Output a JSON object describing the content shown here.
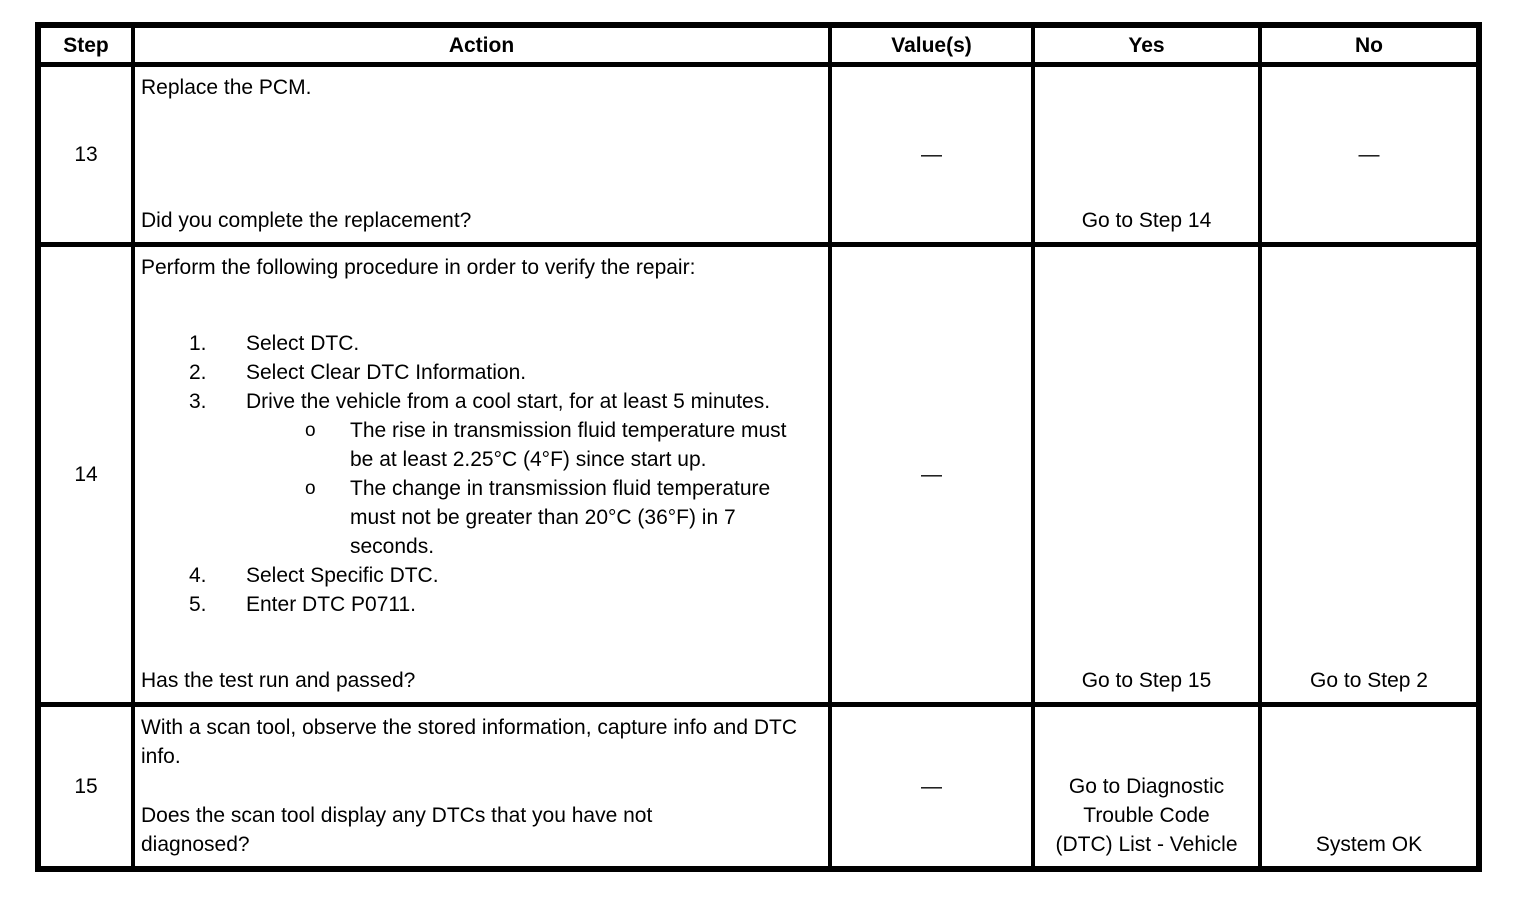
{
  "table": {
    "headers": [
      "Step",
      "Action",
      "Value(s)",
      "Yes",
      "No"
    ],
    "rows": [
      {
        "step": "13",
        "action": {
          "intro": "Replace the PCM.",
          "question": "Did you complete the replacement?"
        },
        "value": "—",
        "yes": "Go to Step 14",
        "no": "—"
      },
      {
        "step": "14",
        "action": {
          "intro": "Perform the following procedure in order to verify the repair:",
          "items": [
            {
              "num": "1.",
              "text": "Select DTC."
            },
            {
              "num": "2.",
              "text": "Select Clear DTC Information."
            },
            {
              "num": "3.",
              "text": "Drive the vehicle from a cool start, for at least 5 minutes.",
              "sub": [
                {
                  "marker": "o",
                  "text": "The rise in transmission fluid temperature must be at least 2.25°C (4°F) since start up."
                },
                {
                  "marker": "o",
                  "text": "The change in transmission fluid temperature must not be greater than 20°C (36°F) in 7 seconds."
                }
              ]
            },
            {
              "num": "4.",
              "text": "Select Specific DTC."
            },
            {
              "num": "5.",
              "text": "Enter DTC P0711."
            }
          ],
          "question": "Has the test run and passed?"
        },
        "value": "—",
        "yes": "Go to Step 15",
        "no": "Go to Step 2"
      },
      {
        "step": "15",
        "action": {
          "intro": "With a scan tool, observe the stored information, capture info and DTC info.",
          "question": "Does the scan tool display any DTCs that you have not diagnosed?"
        },
        "value": "—",
        "yes": "Go to Diagnostic Trouble Code (DTC) List - Vehicle",
        "no": "System OK"
      }
    ]
  }
}
